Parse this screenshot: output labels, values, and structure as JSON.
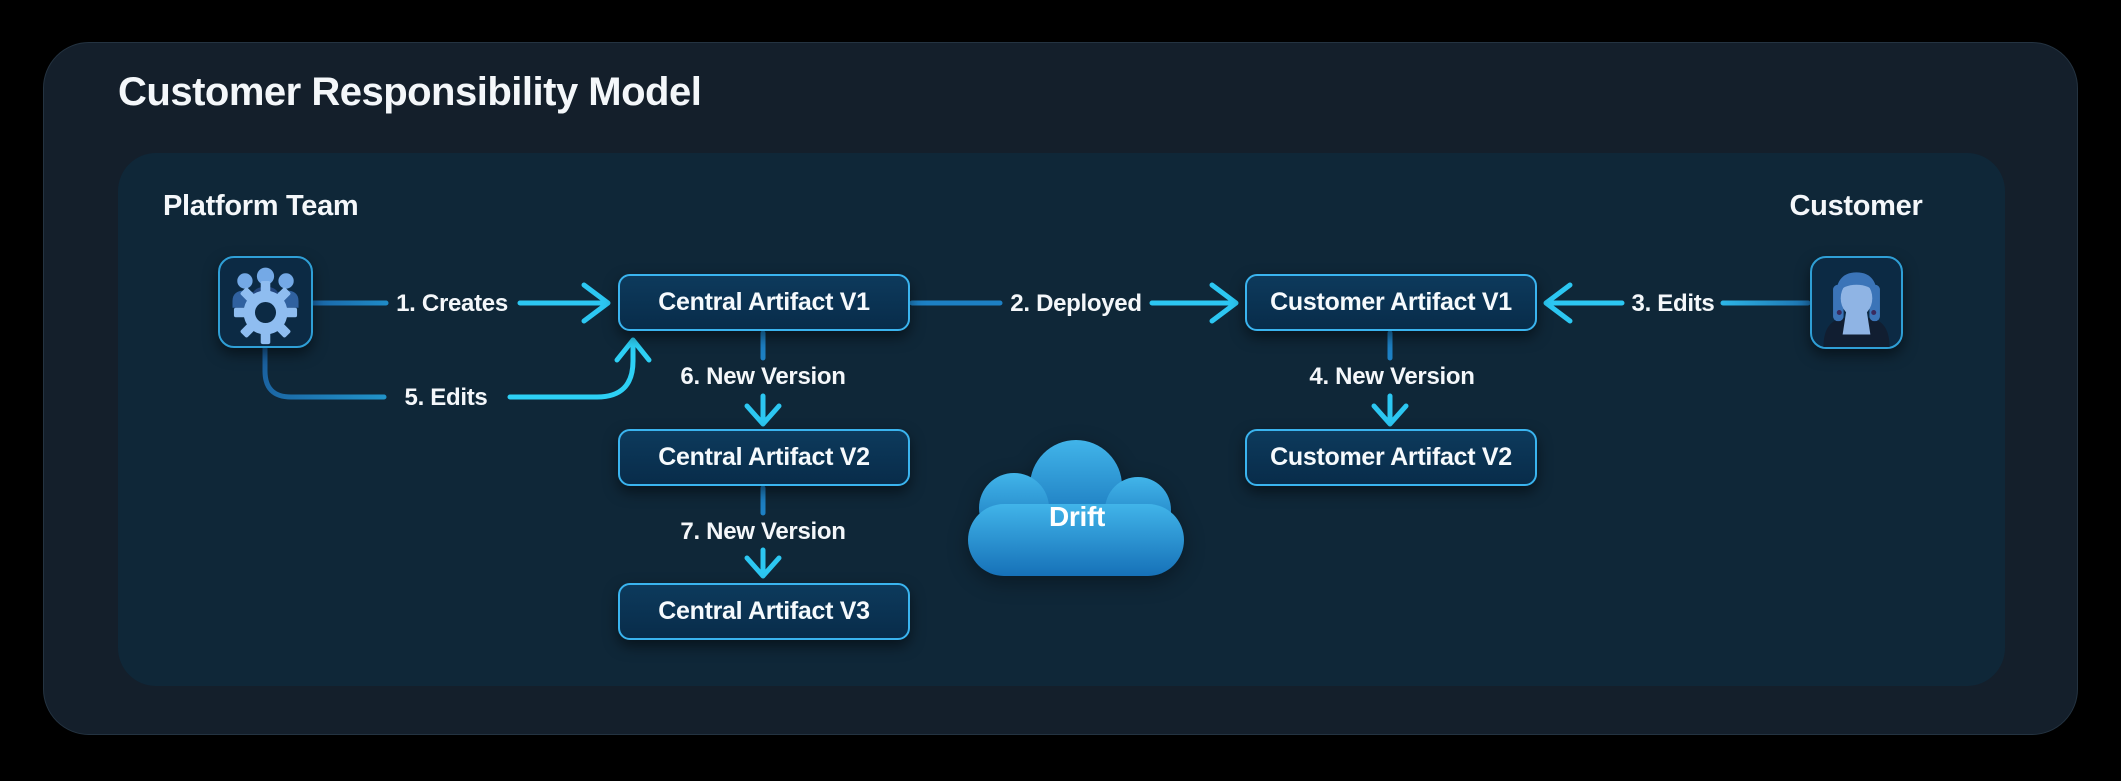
{
  "title": "Customer Responsibility Model",
  "groups": {
    "platform": "Platform Team",
    "customer": "Customer"
  },
  "actors": {
    "platform_team": {
      "icon": "team-gear-icon",
      "group": "Platform Team"
    },
    "customer": {
      "icon": "person-avatar-icon",
      "group": "Customer"
    }
  },
  "nodes": [
    {
      "id": "central-artifact-v1",
      "label": "Central Artifact V1"
    },
    {
      "id": "central-artifact-v2",
      "label": "Central Artifact V2"
    },
    {
      "id": "central-artifact-v3",
      "label": "Central Artifact V3"
    },
    {
      "id": "customer-artifact-v1",
      "label": "Customer Artifact V1"
    },
    {
      "id": "customer-artifact-v2",
      "label": "Customer Artifact V2"
    }
  ],
  "edges": [
    {
      "id": "creates",
      "label": "1. Creates",
      "from": "platform-team",
      "to": "central-artifact-v1"
    },
    {
      "id": "deployed",
      "label": "2. Deployed",
      "from": "central-artifact-v1",
      "to": "customer-artifact-v1"
    },
    {
      "id": "customer-edits",
      "label": "3. Edits",
      "from": "customer",
      "to": "customer-artifact-v1"
    },
    {
      "id": "customer-new-version",
      "label": "4. New Version",
      "from": "customer-artifact-v1",
      "to": "customer-artifact-v2"
    },
    {
      "id": "platform-edits",
      "label": "5. Edits",
      "from": "platform-team",
      "to": "central-artifact-v1"
    },
    {
      "id": "central-new-version-1",
      "label": "6. New Version",
      "from": "central-artifact-v1",
      "to": "central-artifact-v2"
    },
    {
      "id": "central-new-version-2",
      "label": "7. New Version",
      "from": "central-artifact-v2",
      "to": "central-artifact-v3"
    }
  ],
  "cloud": {
    "label": "Drift"
  },
  "colors": {
    "page_background": "#000000",
    "container": "#141f2b",
    "panel": "#0f2738",
    "node_fill": "#0a3153",
    "node_border": "#3ab4ef",
    "accent_cyan": "#2cc7f2",
    "accent_blue": "#1d80c4",
    "cloud_top": "#41b4e9",
    "cloud_bottom": "#1671b8",
    "text": "#f4f7fa"
  }
}
